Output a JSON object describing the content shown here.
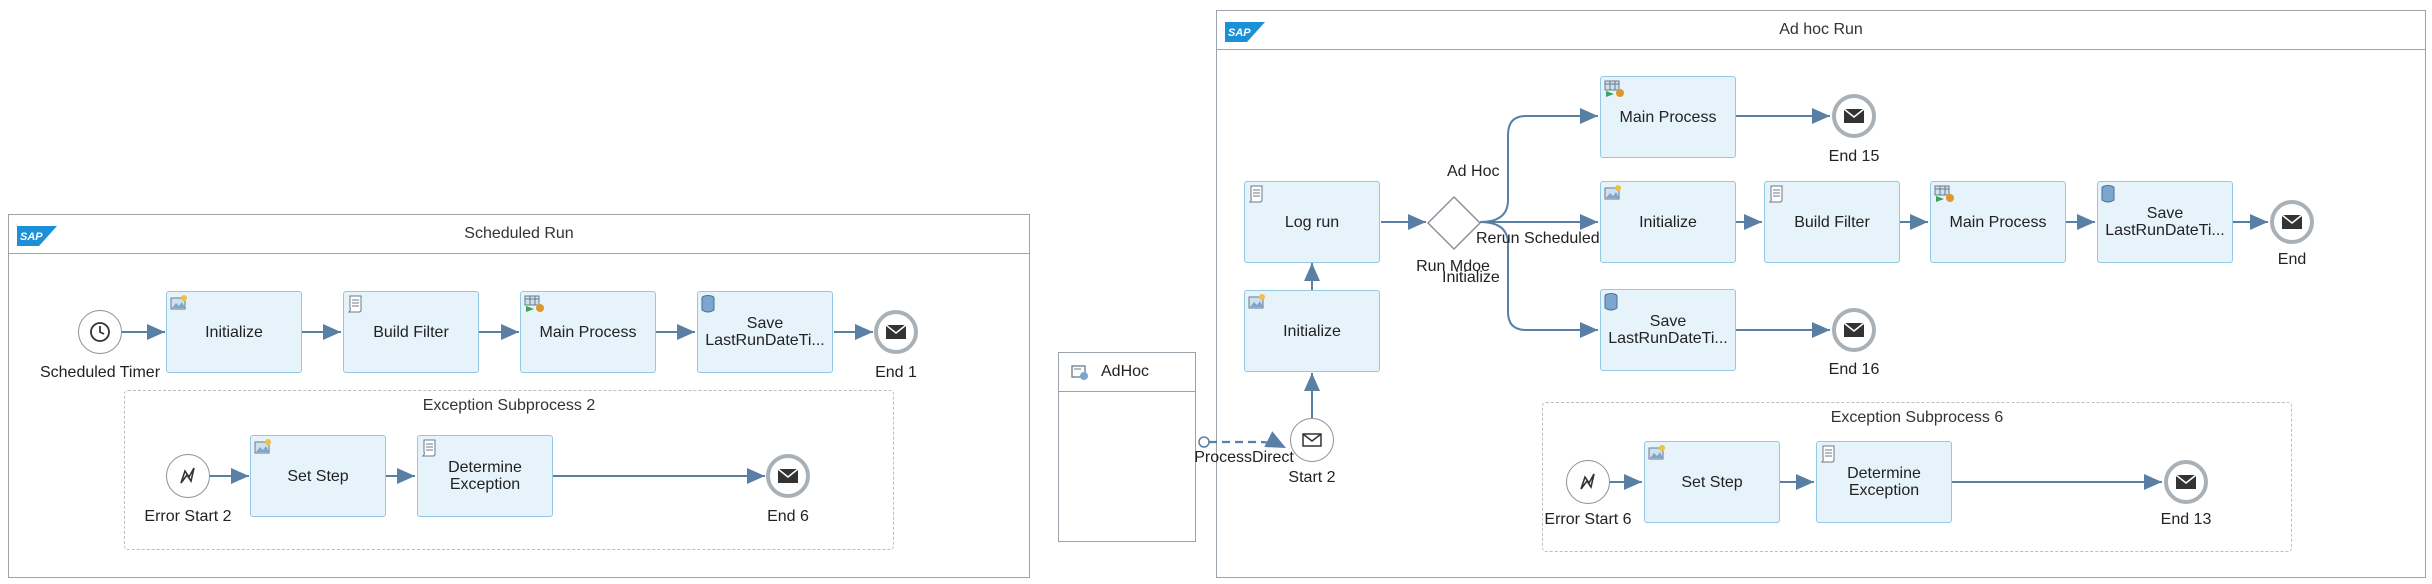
{
  "pools": {
    "scheduled": {
      "title": "Scheduled Run",
      "start_label": "Scheduled Timer",
      "tasks": [
        "Initialize",
        "Build Filter",
        "Main Process",
        "Save LastRunDateTi..."
      ],
      "end_label": "End 1",
      "subprocess": {
        "title": "Exception Subprocess 2",
        "start_label": "Error Start 2",
        "tasks": [
          "Set Step",
          "Determine Exception"
        ],
        "end_label": "End 6"
      }
    },
    "adhoc": {
      "title": "Ad hoc Run",
      "start_label": "Start 2",
      "tasks": {
        "initialize_main": "Initialize",
        "log_run": "Log run",
        "main_process_top": "Main Process",
        "initialize_mid": "Initialize",
        "build_filter": "Build Filter",
        "main_process_mid": "Main Process",
        "save_mid": "Save LastRunDateTi...",
        "save_bottom": "Save LastRunDateTi..."
      },
      "gateway_label": "Run Mdoe",
      "route_labels": {
        "ad_hoc": "Ad Hoc",
        "rerun": "Rerun Scheduled",
        "initialize": "Initialize"
      },
      "end_labels": {
        "top": "End 15",
        "mid": "End",
        "bottom": "End 16"
      },
      "subprocess": {
        "title": "Exception Subprocess 6",
        "start_label": "Error Start 6",
        "tasks": [
          "Set Step",
          "Determine Exception"
        ],
        "end_label": "End 13"
      }
    }
  },
  "participant": {
    "name": "AdHoc"
  },
  "message_flow_label": "ProcessDirect",
  "colors": {
    "task_fill": "#e6f3fb",
    "task_border": "#93c9e3",
    "flow": "#5a7fa5",
    "pool_border": "#9aa3ab"
  }
}
